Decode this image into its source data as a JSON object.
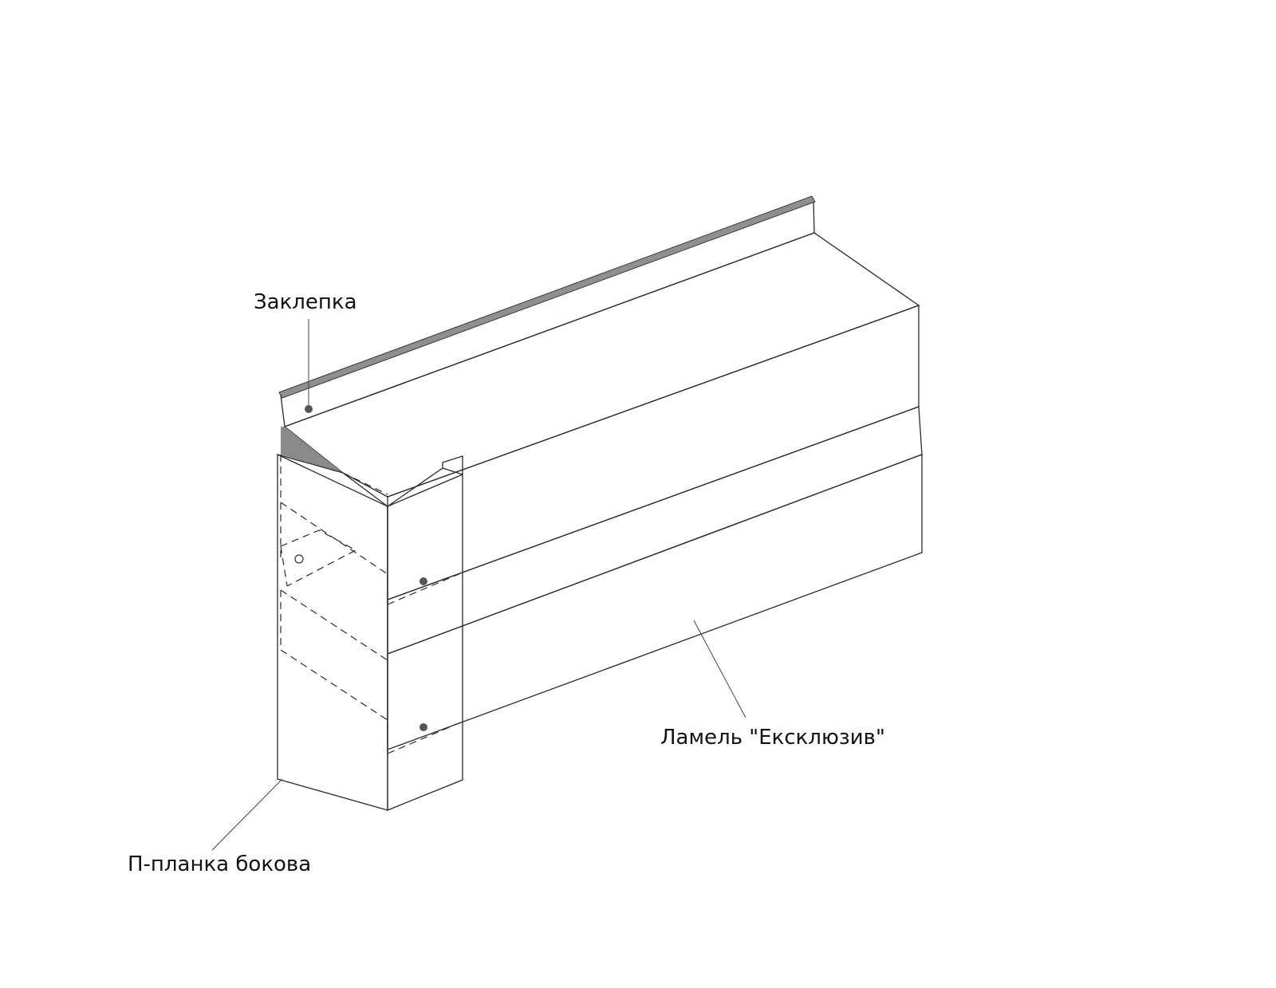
{
  "labels": {
    "rivet": "Заклепка",
    "slat": "Ламель \"Ексклюзив\"",
    "side_strip": "П-планка бокова"
  },
  "colors": {
    "background": "#ffffff",
    "face_light": "#e4e4e4",
    "face_mid": "#d3d3d3",
    "face_dark": "#bdbdbd",
    "flange": "#a8a8a8",
    "rivet": "#555555"
  }
}
